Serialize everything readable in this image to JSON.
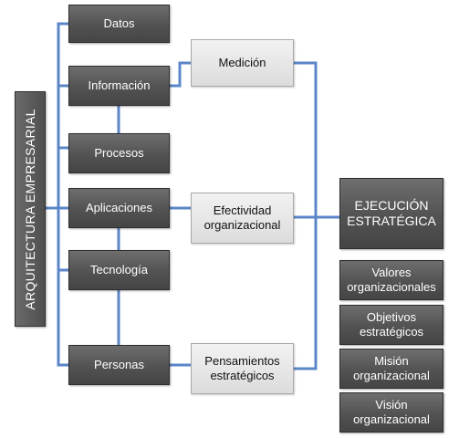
{
  "colors": {
    "connector": "#5b86c8",
    "dark_box": "#555555",
    "light_box": "#e4e4e4"
  },
  "side_label": "ARQUITECTURA EMPRESARIAL",
  "layers": [
    "Datos",
    "Información",
    "Procesos",
    "Aplicaciones",
    "Tecnología",
    "Personas"
  ],
  "middle": [
    "Medición",
    "Efectividad organizacional",
    "Pensamientos estratégicos"
  ],
  "execution": "EJECUCIÓN ESTRATÉGICA",
  "components": [
    "Valores organizacionales",
    "Objetivos estratégicos",
    "Misión organizacional",
    "Visión organizacional"
  ]
}
